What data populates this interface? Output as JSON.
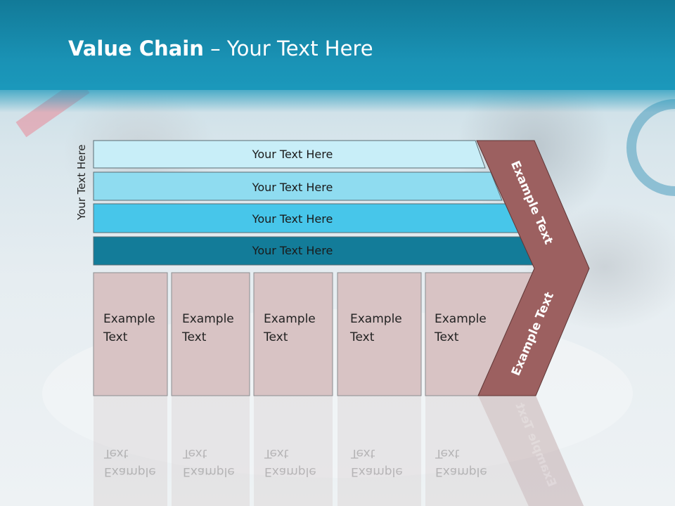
{
  "title": {
    "bold": "Value Chain",
    "rest": " – Your Text Here"
  },
  "side_label": "Your Text Here",
  "bars": [
    {
      "label": "Your Text Here",
      "color": "#c8eef8"
    },
    {
      "label": "Your Text Here",
      "color": "#8fdcf0"
    },
    {
      "label": "Your Text Here",
      "color": "#47c6ea"
    },
    {
      "label": "Your Text Here",
      "color": "#137c99"
    }
  ],
  "boxes": [
    {
      "line1": "Example",
      "line2": "Text"
    },
    {
      "line1": "Example",
      "line2": "Text"
    },
    {
      "line1": "Example",
      "line2": "Text"
    },
    {
      "line1": "Example",
      "line2": "Text"
    },
    {
      "line1": "Example",
      "line2": "Text"
    }
  ],
  "chevron": {
    "upper": "Example Text",
    "lower": "Example Text",
    "color": "#9c6060"
  },
  "colors": {
    "header": "#1a93b6",
    "box_fill": "#d8c3c4"
  }
}
